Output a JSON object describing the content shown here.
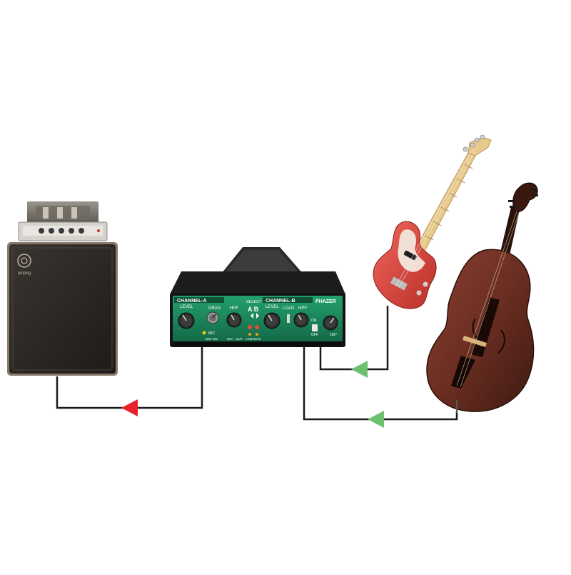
{
  "colors": {
    "background": "#ffffff",
    "cable": "#1a1a1a",
    "signal_out_arrow": "#e8212b",
    "signal_in_arrow": "#6cc070",
    "pedal_panel": "#1d8a5e",
    "pedal_body": "#141414",
    "bass_guitar_body": "#e0463f",
    "upright_bass_wood": "#6b2e22"
  },
  "pedal": {
    "channel_a": "CHANNEL-A",
    "channel_b": "CHANNEL-B",
    "level_a": "LEVEL",
    "drag": "DRAG",
    "hpf_a": "HPF",
    "select": "SELECT",
    "ab": "A B",
    "level_b": "LEVEL",
    "load": "LOAD",
    "hpf_b": "HPF",
    "brand": "PHAZER",
    "on": "ON",
    "off": "OFF",
    "deg": "180°",
    "mic": "MIC",
    "phantom": "+48V ON",
    "iso": "ISO",
    "out": "OUT",
    "mute": "A MUTE B"
  },
  "amp": {
    "brand": "ampeg"
  },
  "arrows": [
    {
      "name": "output-to-amp",
      "direction": "left",
      "color_key": "signal_out_arrow"
    },
    {
      "name": "bass-guitar-input",
      "direction": "left",
      "color_key": "signal_in_arrow"
    },
    {
      "name": "upright-bass-input",
      "direction": "left",
      "color_key": "signal_in_arrow"
    }
  ]
}
